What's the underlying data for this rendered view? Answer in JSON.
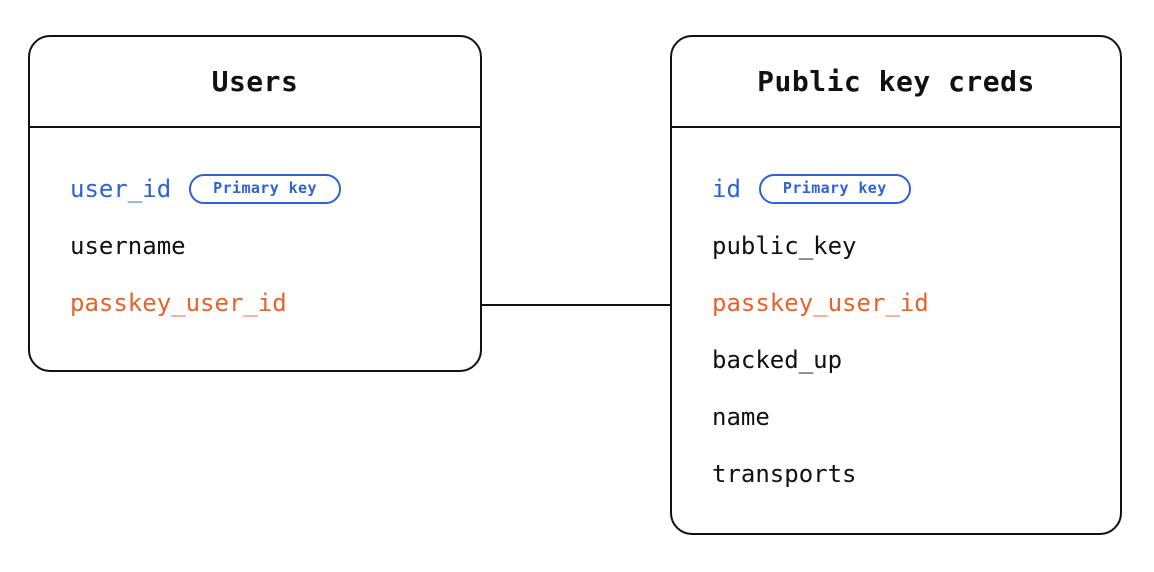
{
  "diagram": {
    "type": "entity-relationship-diagram",
    "background_color": "#ffffff",
    "colors": {
      "border": "#111111",
      "text": "#111111",
      "primary_key": "#2d62d6",
      "foreign_key": "#e8622c",
      "connector": "#111111"
    }
  },
  "entities": [
    {
      "id": "users",
      "title": "Users",
      "fields": [
        {
          "name": "user_id",
          "role": "primary_key",
          "badge": "Primary key"
        },
        {
          "name": "username",
          "role": "plain",
          "badge": null
        },
        {
          "name": "passkey_user_id",
          "role": "foreign_key",
          "badge": null
        }
      ]
    },
    {
      "id": "credentials",
      "title": "Public key creds",
      "fields": [
        {
          "name": "id",
          "role": "primary_key",
          "badge": "Primary key"
        },
        {
          "name": "public_key",
          "role": "plain",
          "badge": null
        },
        {
          "name": "passkey_user_id",
          "role": "foreign_key",
          "badge": null
        },
        {
          "name": "backed_up",
          "role": "plain",
          "badge": null
        },
        {
          "name": "name",
          "role": "plain",
          "badge": null
        },
        {
          "name": "transports",
          "role": "plain",
          "badge": null
        }
      ]
    }
  ],
  "relationship": {
    "from_entity": "users",
    "from_field": "passkey_user_id",
    "to_entity": "credentials",
    "to_field": "passkey_user_id",
    "style": "straight-line"
  }
}
